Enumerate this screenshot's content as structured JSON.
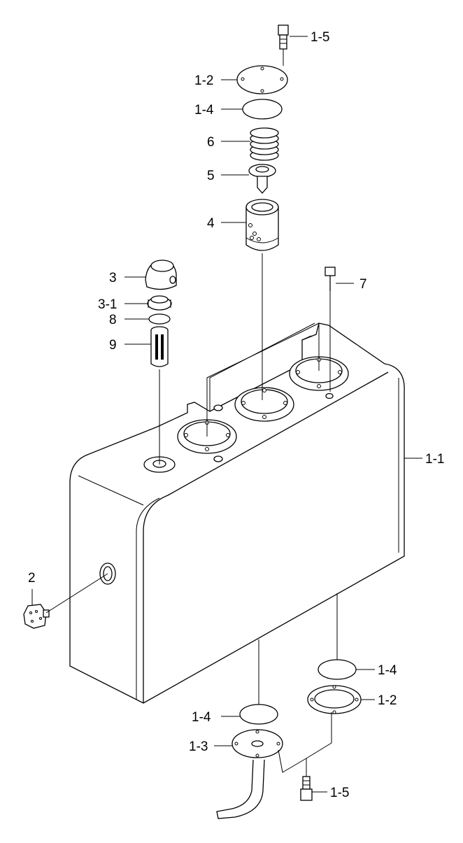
{
  "diagram": {
    "type": "exploded-parts-view",
    "callouts": [
      {
        "id": "lbl-1-5-top",
        "text": "1-5"
      },
      {
        "id": "lbl-1-2-top",
        "text": "1-2"
      },
      {
        "id": "lbl-1-4-top",
        "text": "1-4"
      },
      {
        "id": "lbl-6",
        "text": "6"
      },
      {
        "id": "lbl-5",
        "text": "5"
      },
      {
        "id": "lbl-4",
        "text": "4"
      },
      {
        "id": "lbl-3",
        "text": "3"
      },
      {
        "id": "lbl-3-1",
        "text": "3-1"
      },
      {
        "id": "lbl-8",
        "text": "8"
      },
      {
        "id": "lbl-9",
        "text": "9"
      },
      {
        "id": "lbl-7",
        "text": "7"
      },
      {
        "id": "lbl-1-1",
        "text": "1-1"
      },
      {
        "id": "lbl-2",
        "text": "2"
      },
      {
        "id": "lbl-1-4-right",
        "text": "1-4"
      },
      {
        "id": "lbl-1-2-bottom",
        "text": "1-2"
      },
      {
        "id": "lbl-1-4-bottom",
        "text": "1-4"
      },
      {
        "id": "lbl-1-3",
        "text": "1-3"
      },
      {
        "id": "lbl-1-5-bottom",
        "text": "1-5"
      }
    ]
  }
}
